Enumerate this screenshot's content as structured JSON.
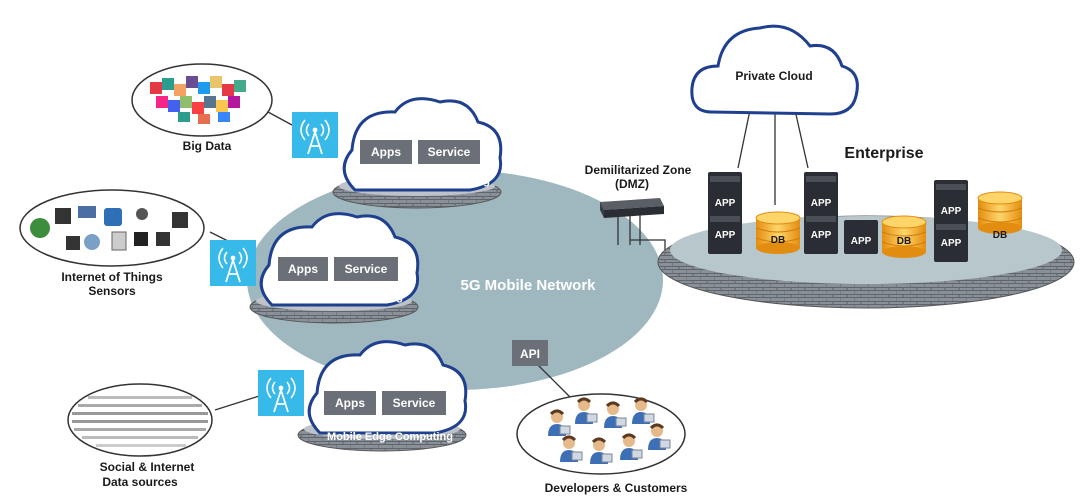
{
  "labels": {
    "big_data": "Big Data",
    "iot": "Internet of Things",
    "iot_sub": "Sensors",
    "social": "Social & Internet",
    "social_sub": "Data sources",
    "network": "5G Mobile Network",
    "dmz": "Demilitarized Zone",
    "dmz_sub": "(DMZ)",
    "private_cloud": "Private Cloud",
    "enterprise": "Enterprise",
    "api": "API",
    "developers": "Developers & Customers"
  },
  "mec": [
    {
      "apps": "Apps",
      "service": "Service",
      "title": "Mobile Edge Computing"
    },
    {
      "apps": "Apps",
      "service": "Service",
      "title": "Mobile Edge Computing"
    },
    {
      "apps": "Apps",
      "service": "Service",
      "title": "Mobile Edge Computing"
    }
  ],
  "enterprise_units": {
    "app": "APP",
    "db": "DB"
  },
  "colors": {
    "cloud_stroke": "#1f3f8f",
    "network_fill": "#9fb8bf",
    "box_fill": "#6b6f77",
    "antenna_bg": "#37b9ea",
    "db_fill": "#f2a623",
    "ring_fill": "#7f8790",
    "server_fill": "#2a2d33"
  },
  "icons": [
    "antenna-icon",
    "server-icon",
    "database-icon",
    "firewall-icon",
    "user-icon"
  ]
}
